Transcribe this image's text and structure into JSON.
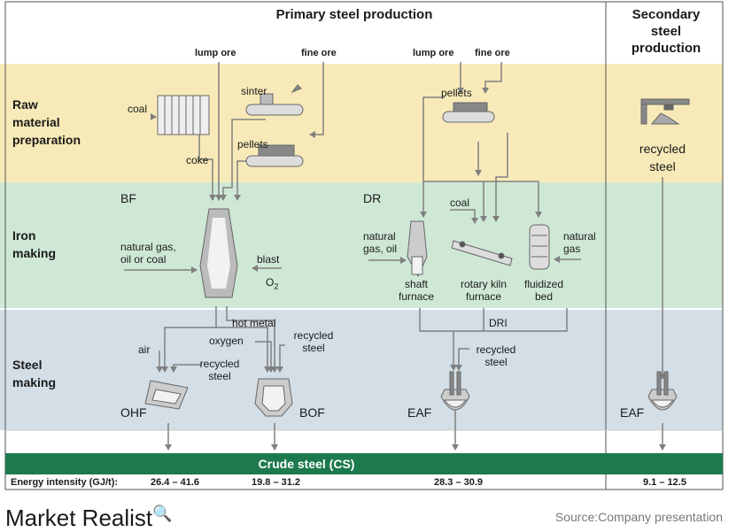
{
  "headers": {
    "primary": "Primary steel production",
    "secondary": "Secondary\nsteel\nproduction"
  },
  "stages": {
    "raw": "Raw\nmaterial\npreparation",
    "iron": "Iron\nmaking",
    "steel": "Steel\nmaking"
  },
  "ore": {
    "lump_left": "lump ore",
    "fine_left": "fine ore",
    "lump_right": "lump ore",
    "fine_right": "fine ore"
  },
  "raw_labels": {
    "coal": "coal",
    "sinter": "sinter",
    "pellets_left": "pellets",
    "coke": "coke",
    "pellets_right": "pellets",
    "recycled_steel": "recycled\nsteel"
  },
  "iron_labels": {
    "bf": "BF",
    "dr": "DR",
    "natural_gas_left": "natural gas,\noil or coal",
    "blast": "blast",
    "o2": "O",
    "o2_sub": "2",
    "coal": "coal",
    "natural_gas_oil": "natural\ngas, oil",
    "natural_gas_right": "natural\ngas",
    "shaft_furnace": "shaft\nfurnace",
    "rotary_kiln": "rotary kiln\nfurnace",
    "fluidized_bed": "fluidized\nbed"
  },
  "steel_labels": {
    "hot_metal": "hot metal",
    "dri": "DRI",
    "air": "air",
    "oxygen": "oxygen",
    "recycled_steel_1": "recycled\nsteel",
    "recycled_steel_2": "recycled\nsteel",
    "recycled_steel_3": "recycled\nsteel",
    "ohf": "OHF",
    "bof": "BOF",
    "eaf": "EAF",
    "eaf_secondary": "EAF"
  },
  "crude": {
    "title": "Crude steel (CS)",
    "energy_label": "Energy intensity (GJ/t):",
    "values": [
      "26.4 – 41.6",
      "19.8 – 31.2",
      "28.3 – 30.9",
      "9.1 – 12.5"
    ]
  },
  "footer": {
    "brand": "Market Realist",
    "source": "Source:Company  presentation"
  },
  "colors": {
    "raw_band": "#f8eab8",
    "iron_band": "#cfe8d6",
    "steel_band": "#d3dee6",
    "crude_bar": "#1d7a4c",
    "arrow": "#808080"
  }
}
